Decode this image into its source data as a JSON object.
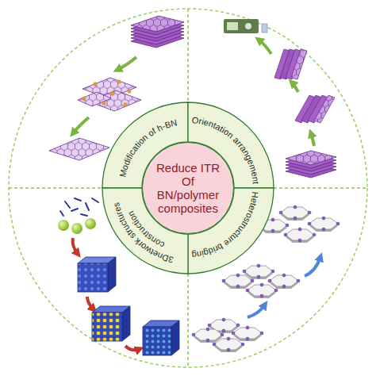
{
  "diagram": {
    "nodes": [
      {
        "text": [
          "Reduce ITR Of BN/polymer composites"
        ]
      },
      {
        "text": [
          "Modification of h-BN"
        ]
      },
      {
        "text": [
          "Orientation arrangement"
        ]
      },
      {
        "text": [
          "Heterostructure bridging"
        ]
      },
      {
        "text": [
          "3Dnetwork structures construction"
        ]
      }
    ]
  }
}
